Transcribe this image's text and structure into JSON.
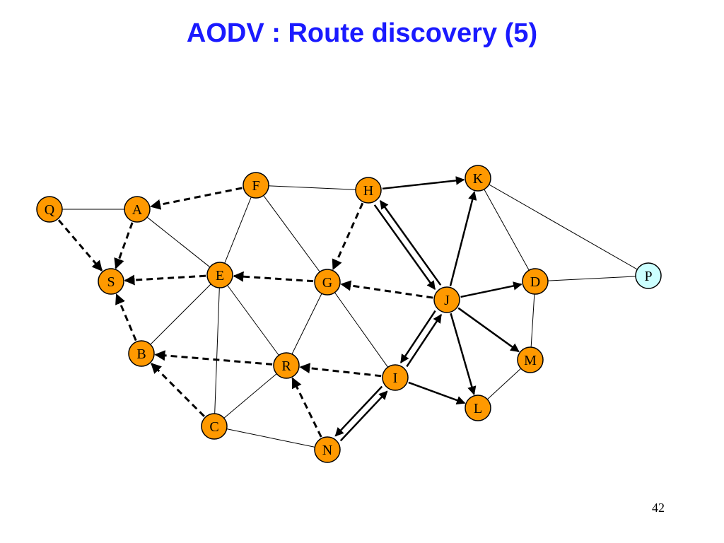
{
  "title": "AODV : Route discovery (5)",
  "slide_number": "42",
  "colors": {
    "title": "#1a1aff",
    "node_fill": "#ff9900",
    "destination_fill": "#ccffff",
    "edge": "#000000"
  },
  "nodes": [
    {
      "id": "Q",
      "label": "Q",
      "fill": "#ff9900"
    },
    {
      "id": "A",
      "label": "A",
      "fill": "#ff9900"
    },
    {
      "id": "S",
      "label": "S",
      "fill": "#ff9900"
    },
    {
      "id": "F",
      "label": "F",
      "fill": "#ff9900"
    },
    {
      "id": "E",
      "label": "E",
      "fill": "#ff9900"
    },
    {
      "id": "B",
      "label": "B",
      "fill": "#ff9900"
    },
    {
      "id": "C",
      "label": "C",
      "fill": "#ff9900"
    },
    {
      "id": "H",
      "label": "H",
      "fill": "#ff9900"
    },
    {
      "id": "G",
      "label": "G",
      "fill": "#ff9900"
    },
    {
      "id": "R",
      "label": "R",
      "fill": "#ff9900"
    },
    {
      "id": "N",
      "label": "N",
      "fill": "#ff9900"
    },
    {
      "id": "I",
      "label": "I",
      "fill": "#ff9900"
    },
    {
      "id": "J",
      "label": "J",
      "fill": "#ff9900"
    },
    {
      "id": "K",
      "label": "K",
      "fill": "#ff9900"
    },
    {
      "id": "D",
      "label": "D",
      "fill": "#ff9900"
    },
    {
      "id": "M",
      "label": "M",
      "fill": "#ff9900"
    },
    {
      "id": "L",
      "label": "L",
      "fill": "#ff9900"
    },
    {
      "id": "P",
      "label": "P",
      "fill": "#ccffff"
    }
  ],
  "links": [
    {
      "from": "Q",
      "to": "A"
    },
    {
      "from": "A",
      "to": "E"
    },
    {
      "from": "F",
      "to": "H"
    },
    {
      "from": "F",
      "to": "E"
    },
    {
      "from": "F",
      "to": "G"
    },
    {
      "from": "E",
      "to": "B"
    },
    {
      "from": "E",
      "to": "C"
    },
    {
      "from": "E",
      "to": "R"
    },
    {
      "from": "G",
      "to": "R"
    },
    {
      "from": "G",
      "to": "I"
    },
    {
      "from": "C",
      "to": "R"
    },
    {
      "from": "C",
      "to": "N"
    },
    {
      "from": "K",
      "to": "P"
    },
    {
      "from": "K",
      "to": "D"
    },
    {
      "from": "D",
      "to": "P"
    },
    {
      "from": "D",
      "to": "M"
    },
    {
      "from": "M",
      "to": "L"
    }
  ],
  "reverse_paths": [
    {
      "from": "Q",
      "to": "S"
    },
    {
      "from": "A",
      "to": "S"
    },
    {
      "from": "E",
      "to": "S"
    },
    {
      "from": "B",
      "to": "S"
    },
    {
      "from": "F",
      "to": "A"
    },
    {
      "from": "G",
      "to": "E"
    },
    {
      "from": "H",
      "to": "G"
    },
    {
      "from": "J",
      "to": "G"
    },
    {
      "from": "R",
      "to": "B"
    },
    {
      "from": "C",
      "to": "B"
    },
    {
      "from": "I",
      "to": "R"
    },
    {
      "from": "N",
      "to": "R"
    }
  ],
  "forward_paths": [
    {
      "from": "H",
      "to": "K"
    },
    {
      "from": "J",
      "to": "K"
    },
    {
      "from": "J",
      "to": "D"
    },
    {
      "from": "J",
      "to": "M"
    },
    {
      "from": "J",
      "to": "L"
    },
    {
      "from": "I",
      "to": "L"
    }
  ],
  "double_paths": [
    {
      "a": "H",
      "b": "J"
    },
    {
      "a": "J",
      "b": "I"
    },
    {
      "a": "I",
      "b": "N"
    }
  ]
}
